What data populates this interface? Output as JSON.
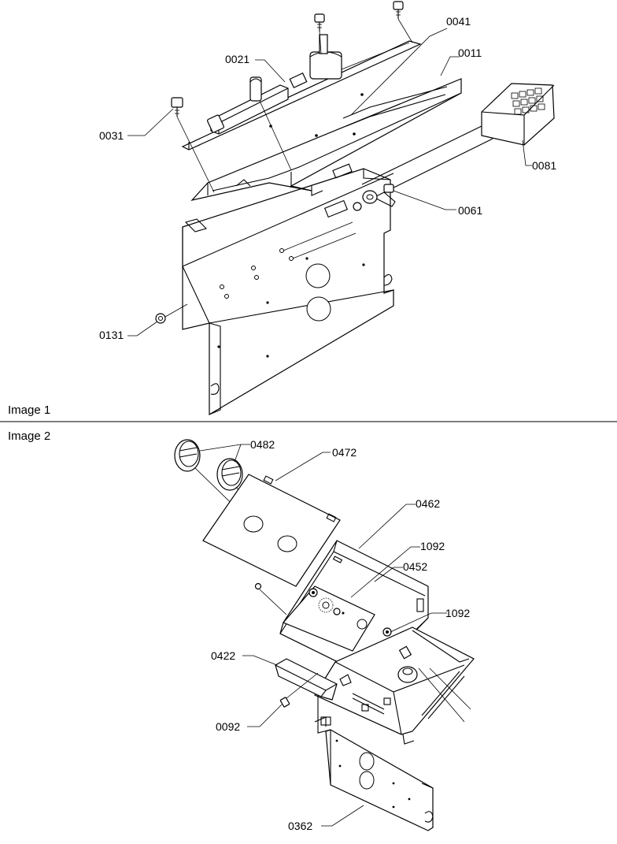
{
  "panels": [
    {
      "label": "Image 1",
      "callouts": [
        "0041",
        "0021",
        "0011",
        "0031",
        "0081",
        "0061",
        "0131"
      ]
    },
    {
      "label": "Image 2",
      "callouts": [
        "0482",
        "0472",
        "0462",
        "1092",
        "0452",
        "1092",
        "0422",
        "0092",
        "0362"
      ]
    }
  ]
}
